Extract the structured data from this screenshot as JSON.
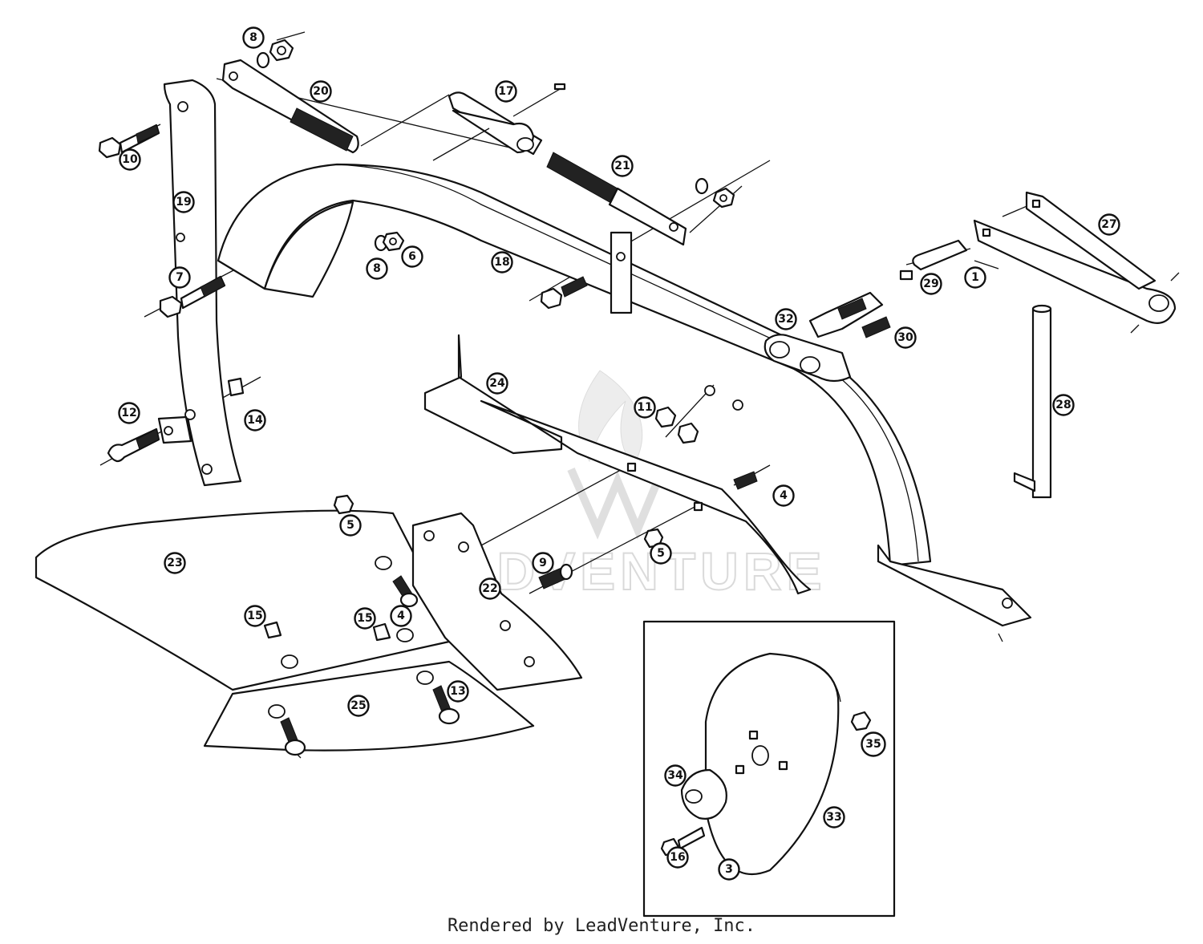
{
  "footer_text": "Rendered by LeadVenture, Inc.",
  "watermark_text": "LEADVENTURE",
  "callouts": [
    "8",
    "20",
    "17",
    "10",
    "21",
    "19",
    "6",
    "8",
    "18",
    "27",
    "7",
    "1",
    "29",
    "32",
    "30",
    "24",
    "11",
    "12",
    "14",
    "28",
    "4",
    "5",
    "9",
    "5",
    "23",
    "22",
    "4",
    "15",
    "15",
    "13",
    "25",
    "35",
    "34",
    "33",
    "16",
    "3"
  ]
}
